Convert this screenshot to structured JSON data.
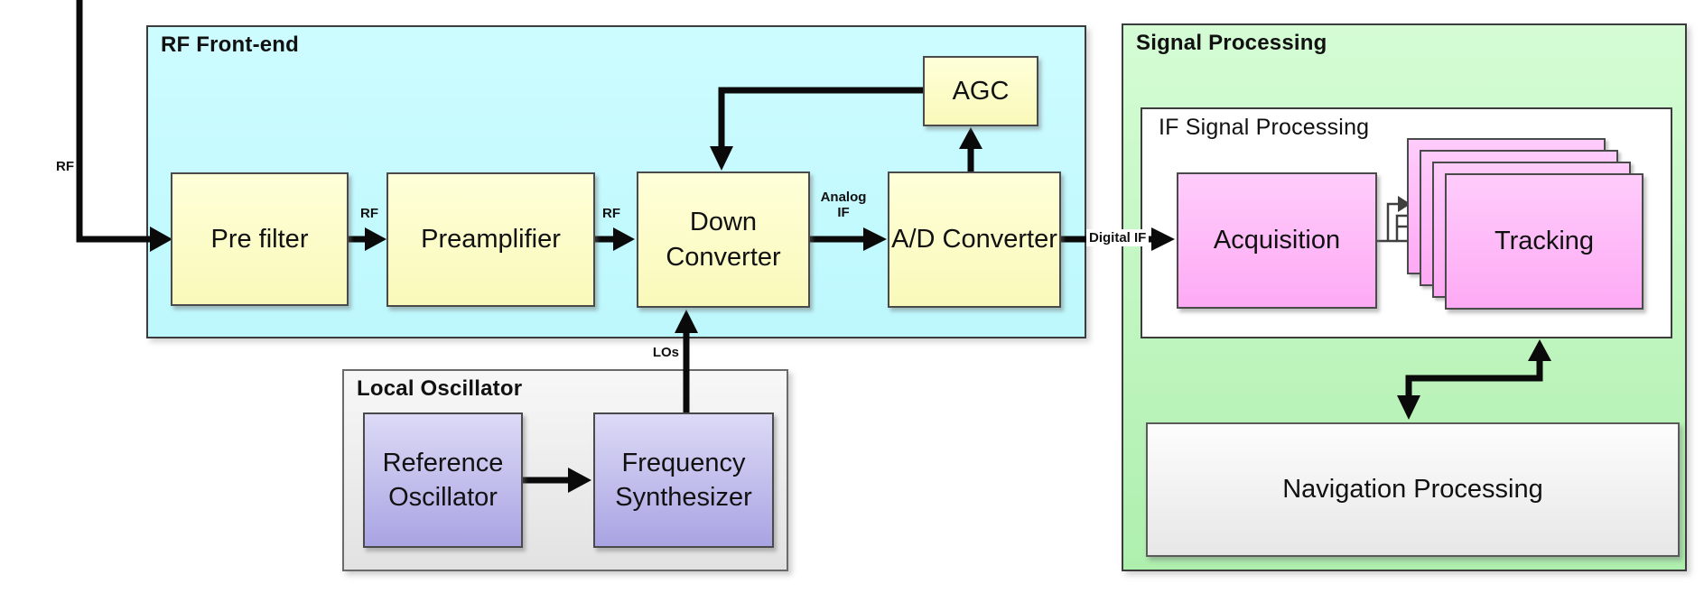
{
  "diagram": {
    "rf_front_end": {
      "title": "RF Front-end",
      "blocks": {
        "pre_filter": "Pre filter",
        "preamplifier": "Preamplifier",
        "down_converter": "Down Converter",
        "ad_converter": "A/D Converter",
        "agc": "AGC"
      }
    },
    "local_oscillator": {
      "title": "Local Oscillator",
      "blocks": {
        "reference_oscillator": "Reference Oscillator",
        "frequency_synthesizer": "Frequency Synthesizer"
      }
    },
    "signal_processing": {
      "title": "Signal Processing",
      "if_signal_processing": {
        "title": "IF Signal Processing",
        "blocks": {
          "acquisition": "Acquisition",
          "tracking": "Tracking"
        }
      },
      "navigation_processing": "Navigation Processing"
    },
    "signal_labels": {
      "rf_in": "RF",
      "rf_after_prefilter": "RF",
      "rf_after_preamp": "RF",
      "analog_if": "Analog IF",
      "digital_if": "Digital IF",
      "los": "LOs"
    },
    "colors": {
      "rf_front_end_fill": "#c3fafe",
      "signal_processing_fill": "#c2f6c2",
      "local_oscillator_fill": "#ededed",
      "block_yellow": "#fbfbc9",
      "block_purple": "#c3c0ee",
      "block_pink": "#fdbaf7",
      "navigation_fill": "#f2f2f2",
      "border": "#3c3c3c",
      "arrow": "#0a0a0a",
      "channel_arrow": "#3f3f3f"
    }
  }
}
